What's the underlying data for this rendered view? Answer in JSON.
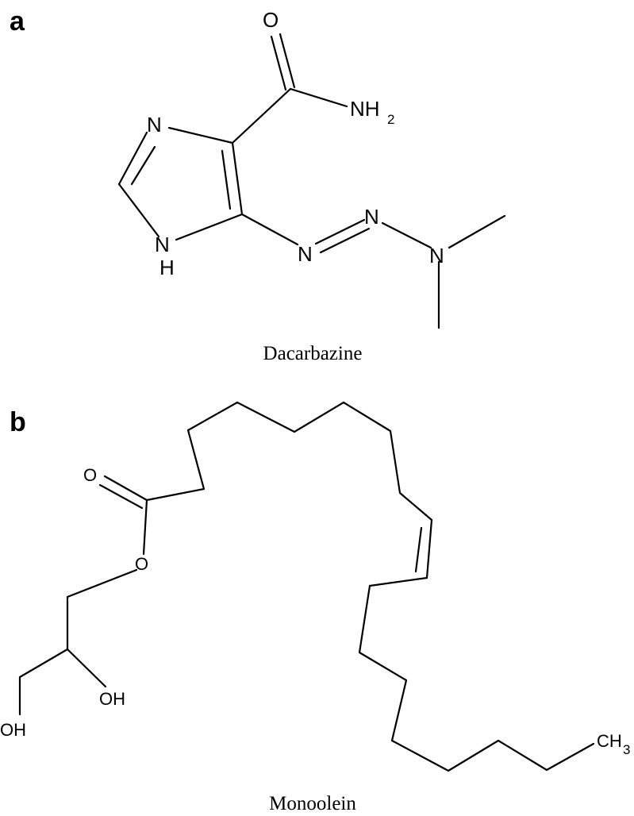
{
  "panel_a": {
    "letter": "a",
    "caption": "Dacarbazine",
    "atoms": {
      "carbonyl_o": "O",
      "amide": "NH",
      "amide_sub": "2",
      "ring_n": "N",
      "ring_nh_n": "N",
      "ring_nh_h": "H",
      "azo_n1": "N",
      "azo_n2": "N",
      "amine_n": "N"
    }
  },
  "panel_b": {
    "letter": "b",
    "caption": "Monoolein",
    "atoms": {
      "carbonyl_o": "O",
      "ester_o": "O",
      "oh_secondary": "OH",
      "oh_primary": "OH",
      "terminal": "CH",
      "terminal_sub": "3"
    }
  }
}
